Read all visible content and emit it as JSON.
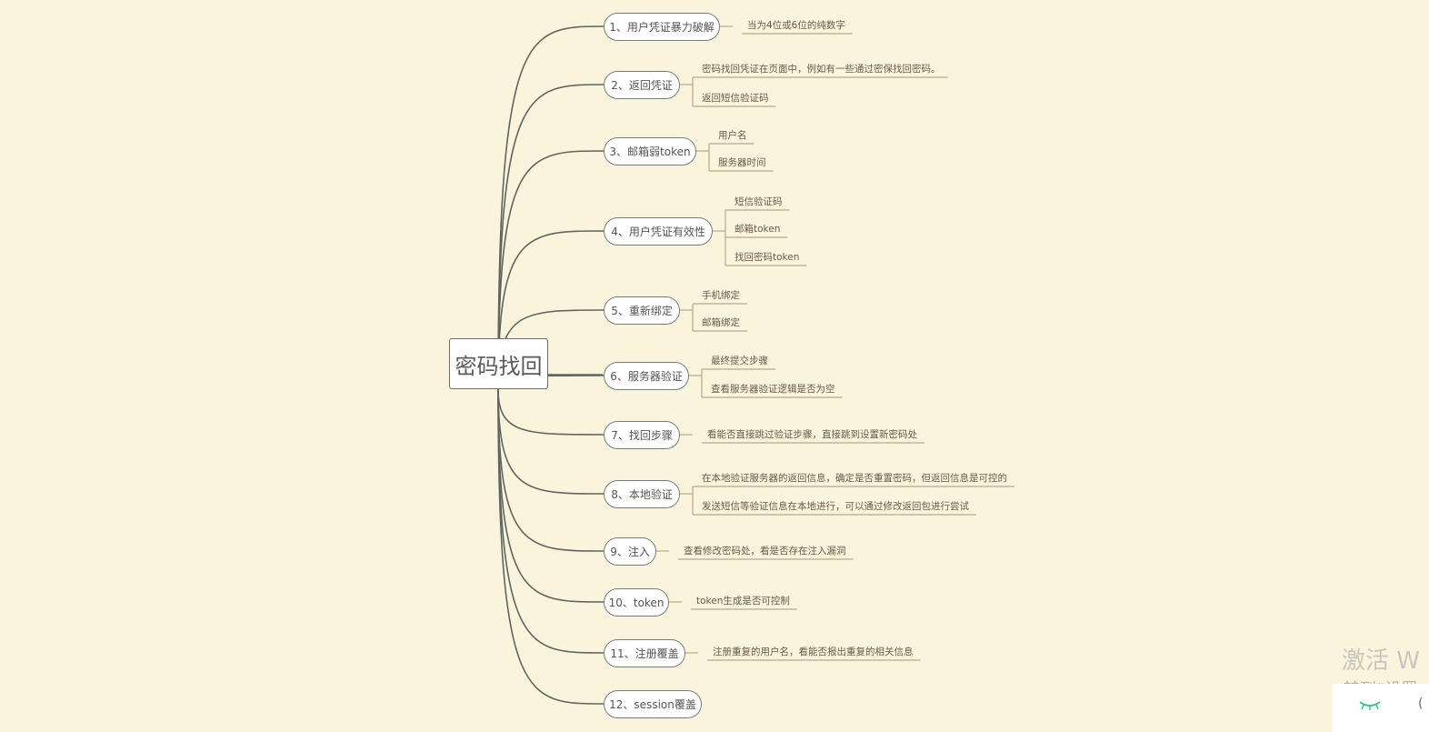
{
  "root": {
    "label": "密码找回"
  },
  "branches": [
    {
      "label": "1、用户凭证暴力破解",
      "leaves": [
        "当为4位或6位的纯数字"
      ]
    },
    {
      "label": "2、返回凭证",
      "leaves": [
        "密码找回凭证在页面中，例如有一些通过密保找回密码。",
        "返回短信验证码"
      ]
    },
    {
      "label": "3、邮箱弱token",
      "leaves": [
        "用户名",
        "服务器时间"
      ]
    },
    {
      "label": "4、用户凭证有效性",
      "leaves": [
        "短信验证码",
        "邮箱token",
        "找回密码token"
      ]
    },
    {
      "label": "5、重新绑定",
      "leaves": [
        "手机绑定",
        "邮箱绑定"
      ]
    },
    {
      "label": "6、服务器验证",
      "leaves": [
        "最终提交步骤",
        "查看服务器验证逻辑是否为空"
      ]
    },
    {
      "label": "7、找回步骤",
      "leaves": [
        "看能否直接跳过验证步骤，直接跳到设置新密码处"
      ]
    },
    {
      "label": "8、本地验证",
      "leaves": [
        "在本地验证服务器的返回信息，确定是否重置密码，但返回信息是可控的",
        "发送短信等验证信息在本地进行，可以通过修改返回包进行尝试"
      ]
    },
    {
      "label": "9、注入",
      "leaves": [
        "查看修改密码处，看是否存在注入漏洞"
      ]
    },
    {
      "label": "10、token",
      "leaves": [
        "token生成是否可控制"
      ]
    },
    {
      "label": "11、注册覆盖",
      "leaves": [
        "注册重复的用户名，看能否报出重复的相关信息"
      ]
    },
    {
      "label": "12、session覆盖",
      "leaves": []
    }
  ],
  "watermark": {
    "line1": "激活 W",
    "line2": "转到“设置"
  },
  "colors": {
    "background": "#fbf4dc",
    "connector": "#5f6660",
    "leaf_underline": "#b8a68a"
  }
}
